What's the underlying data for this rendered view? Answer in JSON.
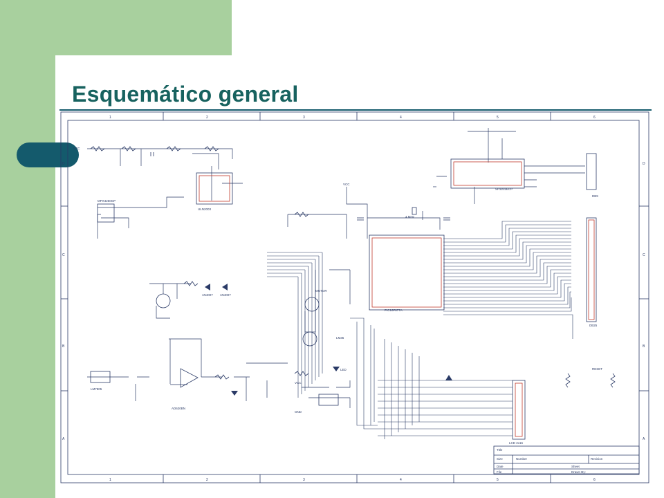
{
  "slide": {
    "title": "Esquemático general"
  },
  "colors": {
    "accent_green": "#a8d09e",
    "dark_teal": "#145a6c",
    "title_color": "#17625f",
    "schematic_ink": "#2a3a66",
    "schematic_red": "#c0392b"
  },
  "schematic": {
    "border_cols": [
      "1",
      "2",
      "3",
      "4",
      "5",
      "6"
    ],
    "border_rows": [
      "D",
      "C",
      "B",
      "A"
    ],
    "labels": {
      "mp_main": "PIC16F877A",
      "sp3232": "SP3232ECP",
      "ad620": "AD620BN",
      "uln2003": "ULN2003",
      "mpx": "MPX4250GP",
      "reg1": "LM7805",
      "lcd": "LCD 2x16",
      "motor": "MOTOR",
      "lm35": "LM35",
      "db9": "DB9",
      "db25": "DB25",
      "vcc": "VCC",
      "gnd": "GND",
      "diode1": "1N4007",
      "diode2": "1N4007",
      "led": "LED",
      "reset": "RESET",
      "xtal": "4 MHz",
      "title_block_title": "Title",
      "title_block_size": "Size",
      "title_block_number": "Number",
      "title_block_revision": "Revision",
      "title_block_date": "Date",
      "title_block_file": "File",
      "title_block_sheet": "Sheet",
      "title_block_drawn": "Drawn By:"
    }
  }
}
